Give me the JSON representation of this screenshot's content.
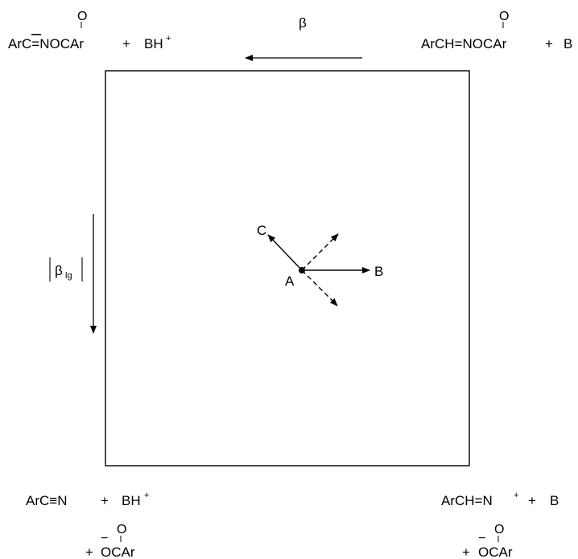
{
  "corners": {
    "top_left": {
      "main": "ArC=NOCAr",
      "carbonyl_o": "O",
      "plus": "+",
      "base": "BH",
      "base_charge": "+"
    },
    "top_right": {
      "main": "ArCH=NOCAr",
      "carbonyl_o": "O",
      "plus": "+",
      "base": "B"
    },
    "bottom_left": {
      "main": "ArC≡N",
      "plus": "+",
      "base": "BH",
      "base_charge": "+",
      "leaving_plus": "+",
      "leaving_group": "OCAr",
      "leaving_charge": "−",
      "leaving_o": "O"
    },
    "bottom_right": {
      "main": "ArCH=N",
      "main_charge": "+",
      "plus": "+",
      "base": "B",
      "leaving_plus": "+",
      "leaving_group": "OCAr",
      "leaving_charge": "−",
      "leaving_o": "O"
    }
  },
  "axes": {
    "top_label": "β",
    "left_label_greek": "β",
    "left_label_sub": "lg"
  },
  "center_points": {
    "a": "A",
    "b": "B",
    "c": "C"
  }
}
